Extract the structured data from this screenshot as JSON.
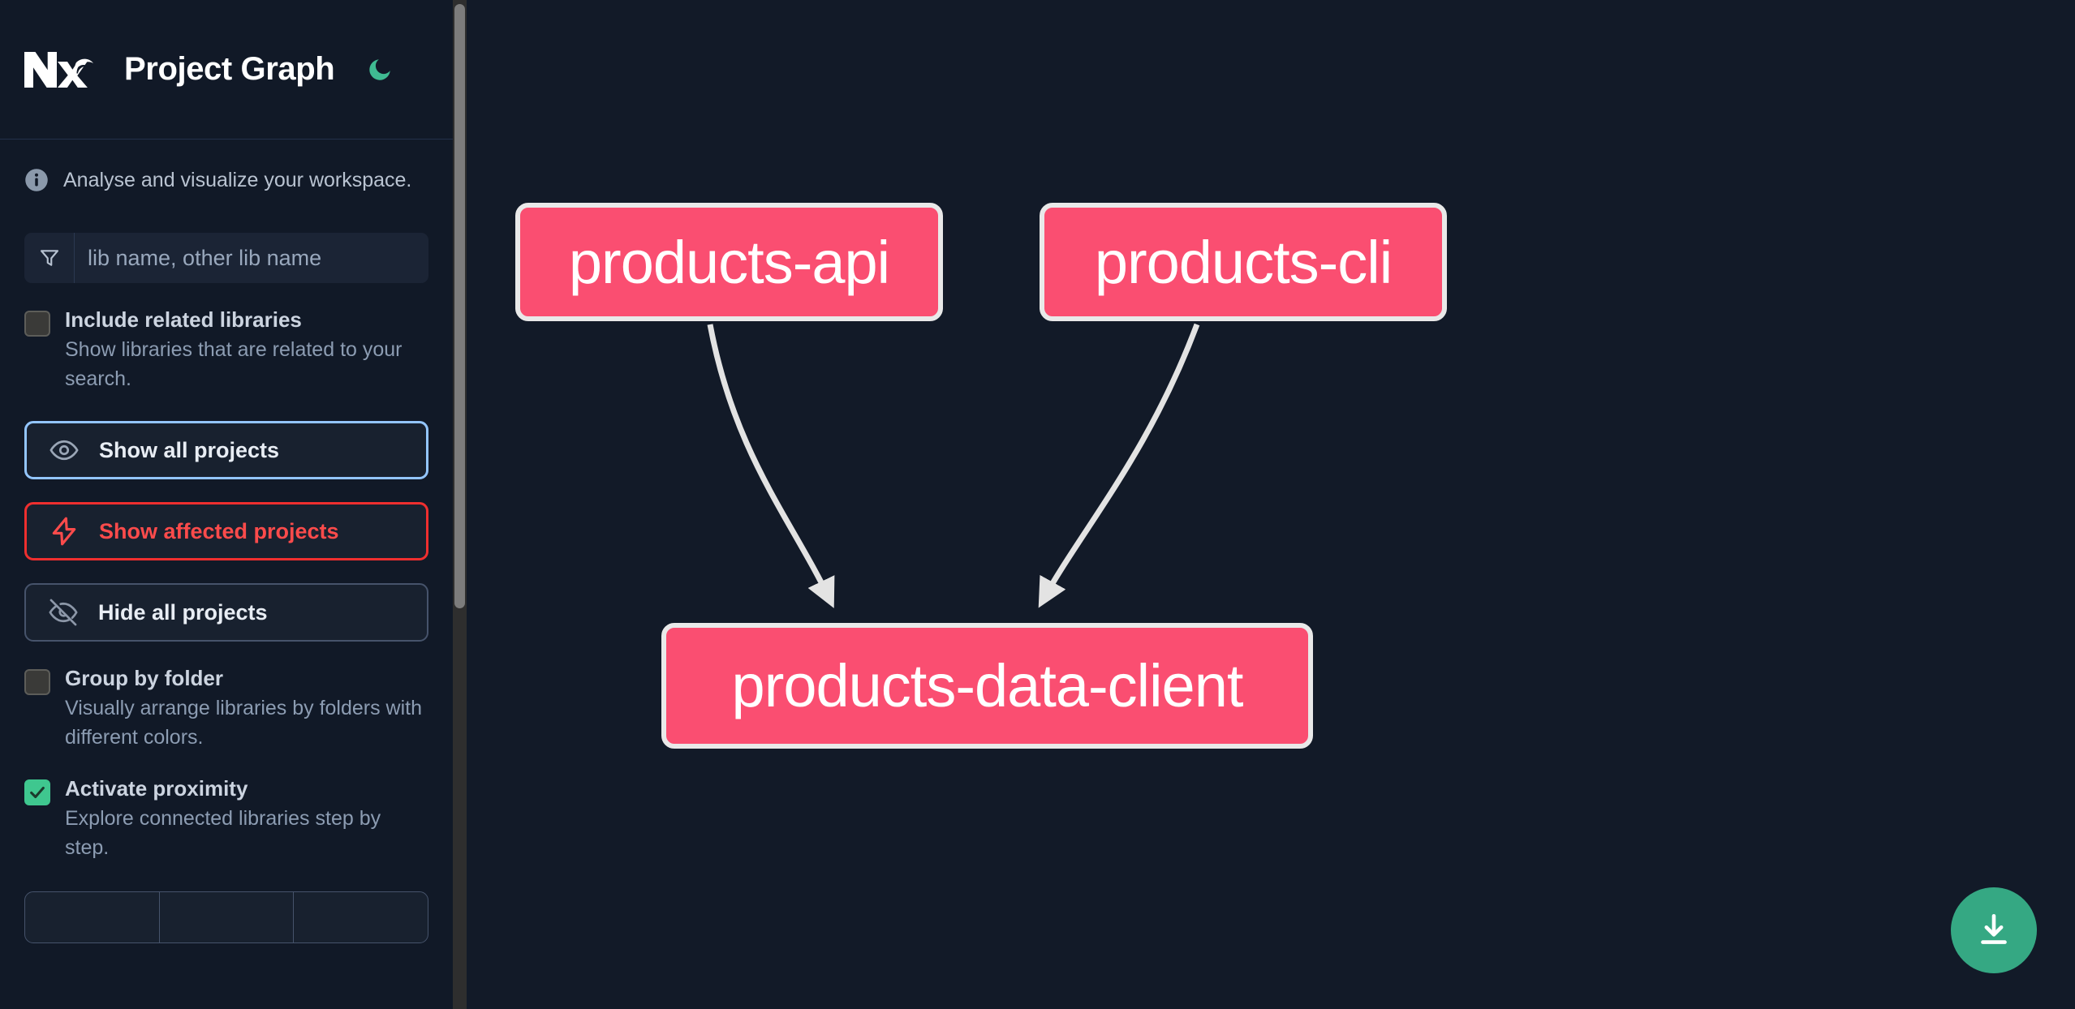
{
  "header": {
    "logo_name": "nx-logo",
    "title": "Project Graph",
    "theme_toggle_icon": "moon-icon"
  },
  "sidebar": {
    "tagline": "Analyse and visualize your workspace.",
    "tagline_icon": "info-icon",
    "search": {
      "placeholder": "lib name, other lib name",
      "value": "",
      "icon": "filter-icon"
    },
    "checkboxes": [
      {
        "label": "Include related libraries",
        "description": "Show libraries that are related to your search.",
        "checked": false
      },
      {
        "label": "Group by folder",
        "description": "Visually arrange libraries by folders with different colors.",
        "checked": false
      },
      {
        "label": "Activate proximity",
        "description": "Explore connected libraries step by step.",
        "checked": true
      }
    ],
    "buttons": [
      {
        "label": "Show all projects",
        "icon": "eye-icon",
        "state": "selected"
      },
      {
        "label": "Show affected projects",
        "icon": "lightning-icon",
        "state": "affected"
      },
      {
        "label": "Hide all projects",
        "icon": "eye-off-icon",
        "state": "default"
      }
    ],
    "proximity_segments": [
      "",
      "",
      ""
    ]
  },
  "graph": {
    "download_button_icon": "download-icon",
    "nodes": [
      {
        "id": "products-api",
        "label": "products-api",
        "color": "#fa4e71"
      },
      {
        "id": "products-cli",
        "label": "products-cli",
        "color": "#fa4e71"
      },
      {
        "id": "products-data-client",
        "label": "products-data-client",
        "color": "#fa4e71"
      }
    ],
    "edges": [
      {
        "from": "products-api",
        "to": "products-data-client"
      },
      {
        "from": "products-cli",
        "to": "products-data-client"
      }
    ]
  },
  "colors": {
    "background": "#121a28",
    "sidebar": "#111927",
    "node_fill": "#fa4e71",
    "node_border": "#e9e9e9",
    "accent_green": "#35a883",
    "accent_blue": "#93c5fd",
    "accent_red": "#ef2f2f",
    "edge": "#e3e3e3"
  }
}
